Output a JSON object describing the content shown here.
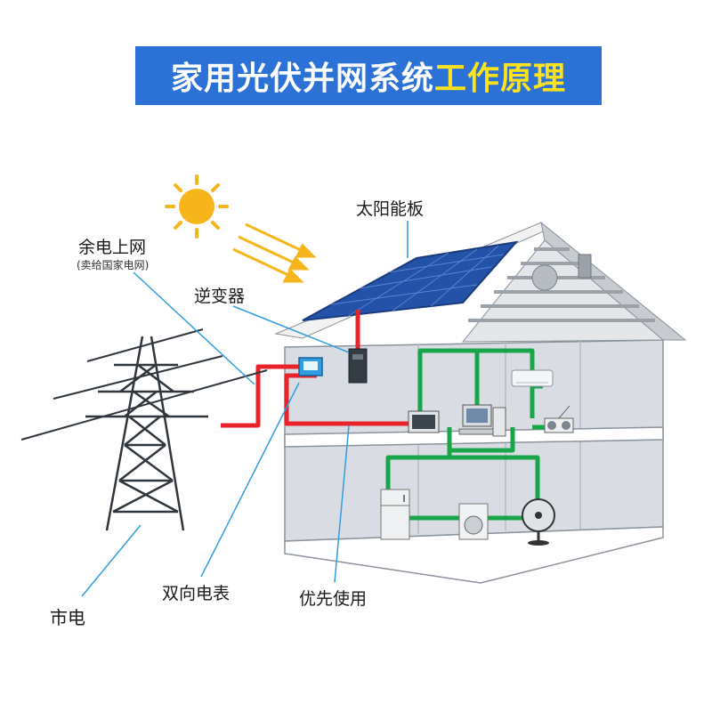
{
  "title": {
    "part1": "家用光伏并网系统",
    "part2": "工作原理"
  },
  "labels": {
    "solar_panel": "太阳能板",
    "surplus_power": "余电上网",
    "surplus_note": "(卖给国家电网)",
    "inverter": "逆变器",
    "bidirectional_meter": "双向电表",
    "priority_use": "优先使用",
    "grid": "市电"
  },
  "colors": {
    "banner": "#2c72d6",
    "title_white": "#ffffff",
    "title_yellow": "#ffe21c",
    "dc_wire": "#e8232a",
    "ac_wire": "#19a64a",
    "leader": "#2f9de0",
    "sun": "#f7b51c"
  }
}
